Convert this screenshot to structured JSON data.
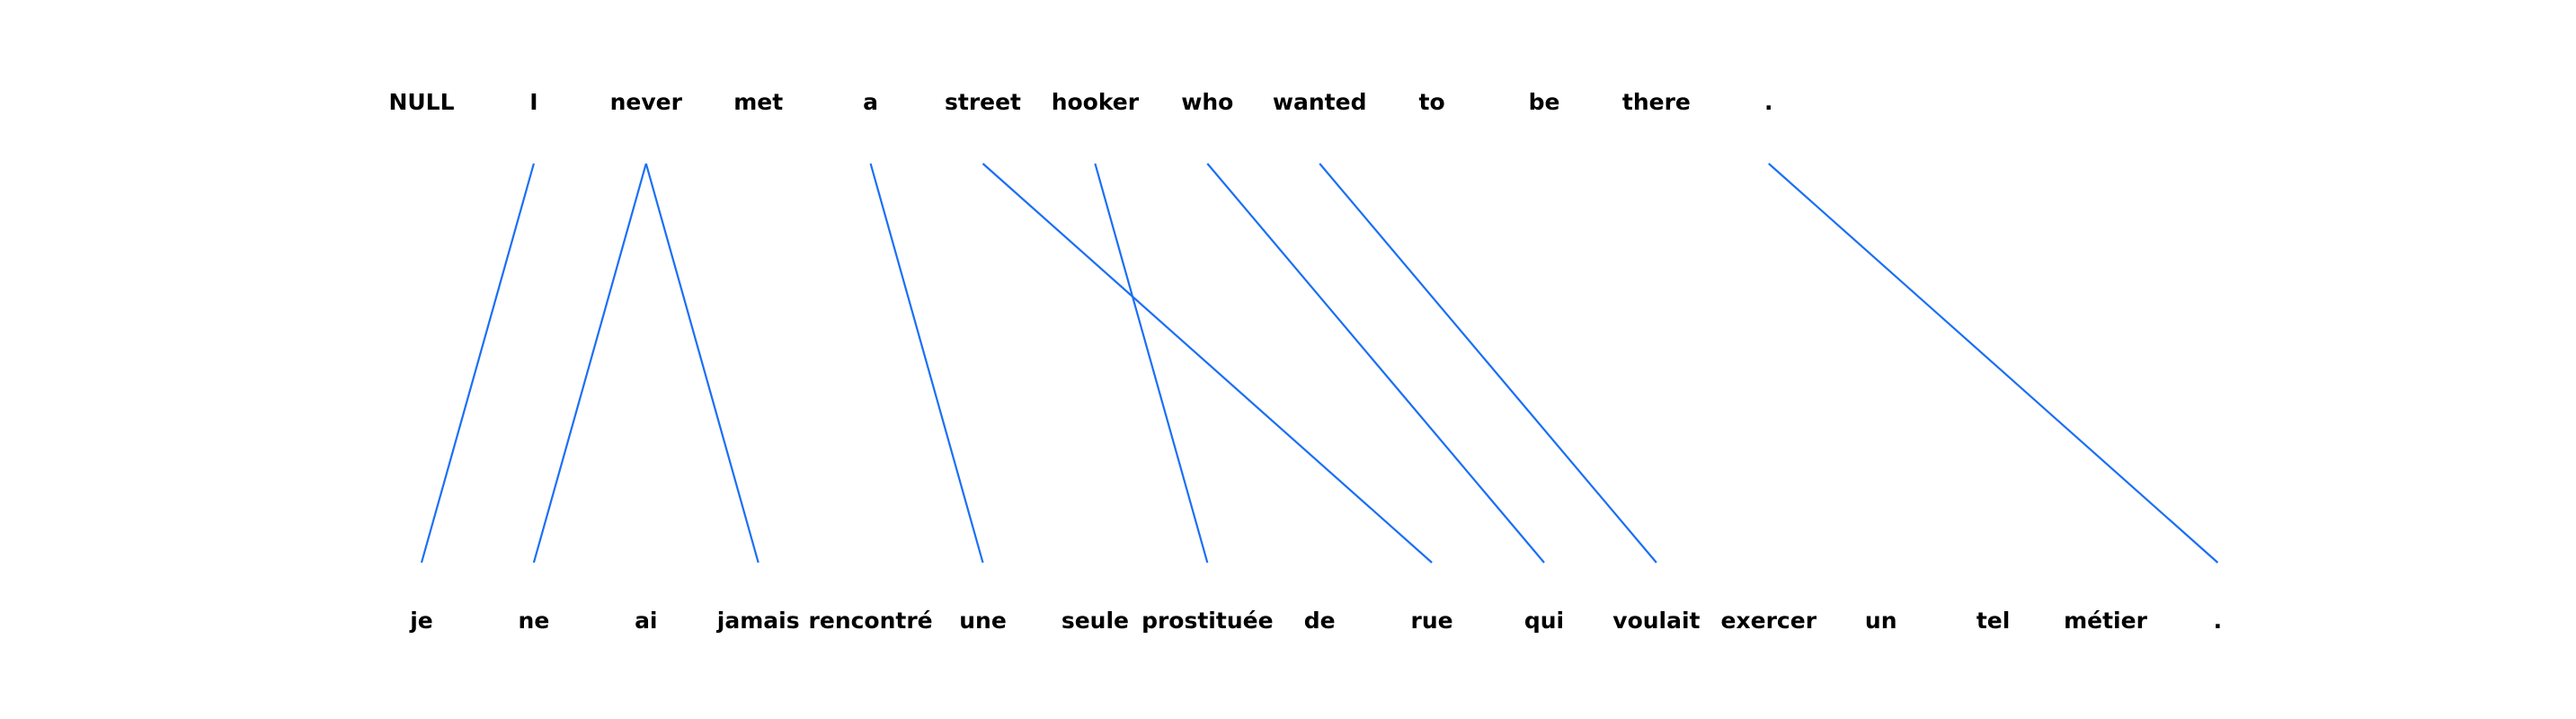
{
  "alignment": {
    "source_words": [
      "NULL",
      "I",
      "never",
      "met",
      "a",
      "street",
      "hooker",
      "who",
      "wanted",
      "to",
      "be",
      "there",
      "."
    ],
    "target_words": [
      "je",
      "ne",
      "ai",
      "jamais",
      "rencontré",
      "une",
      "seule",
      "prostituée",
      "de",
      "rue",
      "qui",
      "voulait",
      "exercer",
      "un",
      "tel",
      "métier",
      "."
    ],
    "links": [
      [
        1,
        0
      ],
      [
        2,
        1
      ],
      [
        2,
        3
      ],
      [
        4,
        5
      ],
      [
        5,
        9
      ],
      [
        6,
        7
      ],
      [
        7,
        10
      ],
      [
        8,
        11
      ],
      [
        12,
        16
      ]
    ],
    "link_color": "#1a6ff5",
    "text_color": "#000000"
  }
}
